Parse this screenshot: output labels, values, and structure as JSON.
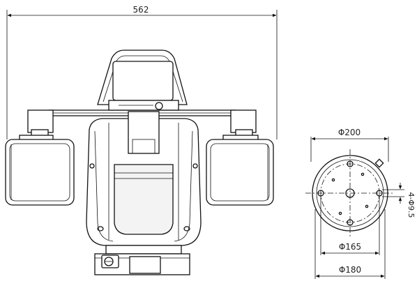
{
  "dimensions": {
    "overall_width": "562",
    "outer_circle": "Φ200",
    "bolt_circle": "Φ165",
    "base_diameter": "Φ180",
    "hole_spec": "4-Φ9.5"
  }
}
